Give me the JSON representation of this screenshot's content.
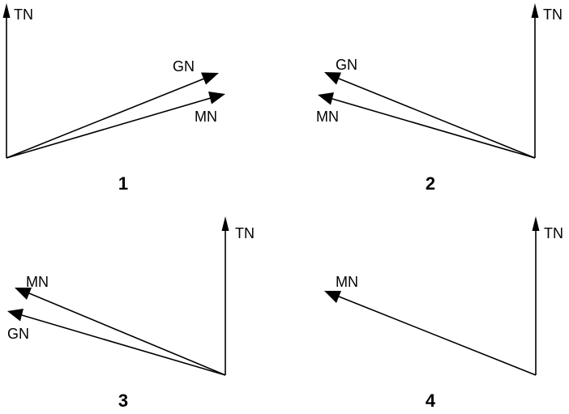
{
  "panels": [
    {
      "number": "1",
      "vectors": [
        {
          "label": "TN"
        },
        {
          "label": "GN"
        },
        {
          "label": "MN"
        }
      ]
    },
    {
      "number": "2",
      "vectors": [
        {
          "label": "TN"
        },
        {
          "label": "GN"
        },
        {
          "label": "MN"
        }
      ]
    },
    {
      "number": "3",
      "vectors": [
        {
          "label": "TN"
        },
        {
          "label": "MN"
        },
        {
          "label": "GN"
        }
      ]
    },
    {
      "number": "4",
      "vectors": [
        {
          "label": "TN"
        },
        {
          "label": "MN"
        }
      ]
    }
  ],
  "colors": {
    "ink": "#000000",
    "background": "#ffffff"
  }
}
